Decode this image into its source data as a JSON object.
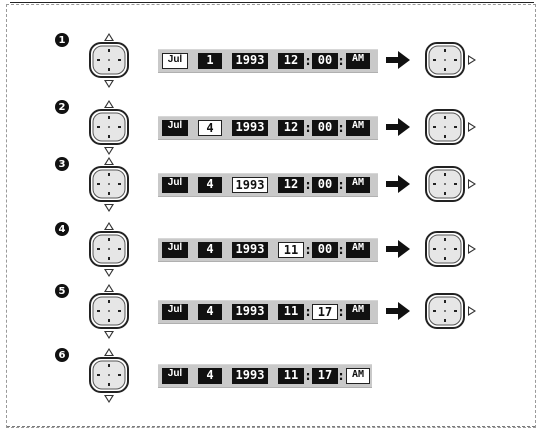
{
  "steps": [
    {
      "number": "1",
      "month": "Jul",
      "day": "1",
      "year": "1993",
      "hour": "12",
      "minute": "00",
      "ampm": "AM",
      "selected": "month",
      "show_arrow": true
    },
    {
      "number": "2",
      "month": "Jul",
      "day": "4",
      "year": "1993",
      "hour": "12",
      "minute": "00",
      "ampm": "AM",
      "selected": "day",
      "show_arrow": true
    },
    {
      "number": "3",
      "month": "Jul",
      "day": "4",
      "year": "1993",
      "hour": "12",
      "minute": "00",
      "ampm": "AM",
      "selected": "year",
      "show_arrow": true
    },
    {
      "number": "4",
      "month": "Jul",
      "day": "4",
      "year": "1993",
      "hour": "11",
      "minute": "00",
      "ampm": "AM",
      "selected": "hour",
      "show_arrow": true
    },
    {
      "number": "5",
      "month": "Jul",
      "day": "4",
      "year": "1993",
      "hour": "11",
      "minute": "17",
      "ampm": "AM",
      "selected": "minute",
      "show_arrow": true
    },
    {
      "number": "6",
      "month": "Jul",
      "day": "4",
      "year": "1993",
      "hour": "11",
      "minute": "17",
      "ampm": "AM",
      "selected": "ampm",
      "show_arrow": false
    }
  ],
  "icons": {
    "dial": "four-way-dial-icon",
    "up": "up-triangle-icon",
    "down": "down-triangle-icon",
    "right": "right-triangle-icon",
    "arrow": "right-arrow-icon"
  },
  "colors": {
    "segment": "#111111",
    "display_bg": "#c9c9c9",
    "selected_bg": "#ffffff"
  }
}
